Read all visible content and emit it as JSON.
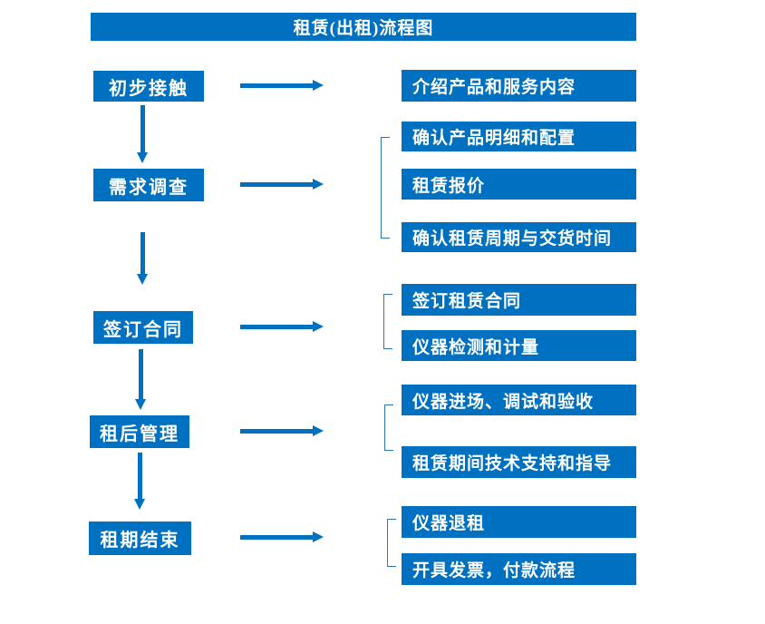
{
  "title": "租赁(出租)流程图",
  "colors": {
    "primary": "#0070C0",
    "arrow": "#0070C0",
    "bracket": "#2E75B6",
    "text_on_primary": "#FFFFFF",
    "background": "#FFFFFF"
  },
  "stages": [
    {
      "label": "初步接触",
      "outputs": [
        "介绍产品和服务内容"
      ]
    },
    {
      "label": "需求调查",
      "outputs": [
        "确认产品明细和配置",
        "租赁报价",
        "确认租赁周期与交货时间"
      ]
    },
    {
      "label": "签订合同",
      "outputs": [
        "签订租赁合同",
        "仪器检测和计量"
      ]
    },
    {
      "label": "租后管理",
      "outputs": [
        "仪器进场、调试和验收",
        "租赁期间技术支持和指导"
      ]
    },
    {
      "label": "租期结束",
      "outputs": [
        "仪器退租",
        "开具发票，付款流程"
      ]
    }
  ]
}
